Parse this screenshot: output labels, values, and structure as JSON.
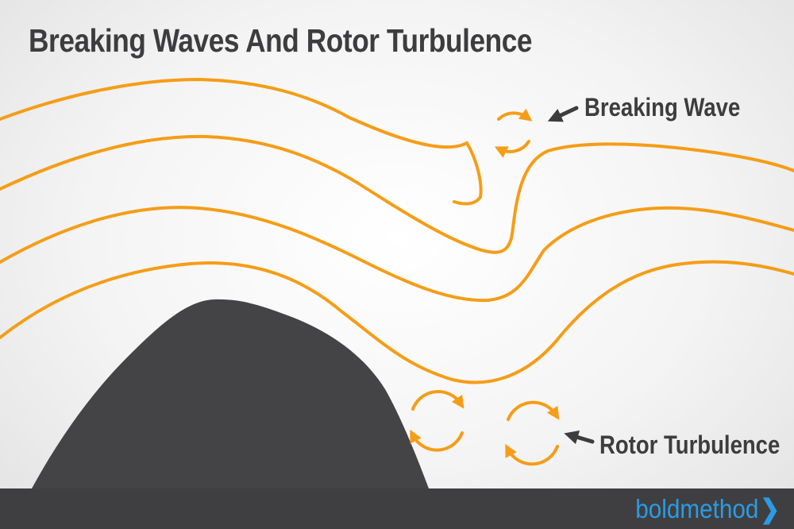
{
  "title": "Breaking Waves And Rotor Turbulence",
  "labels": {
    "breaking_wave": "Breaking Wave",
    "rotor_turbulence": "Rotor Turbulence"
  },
  "brand": {
    "name": "boldmethod",
    "chevron": "❯"
  },
  "colors": {
    "airflow": "#f59d17",
    "mountain": "#444447",
    "ground": "#3f3f42",
    "text": "#3d3d3f",
    "brand": "#2a9be4"
  },
  "icons": [
    "arrow-icon",
    "circular-arrows-icon",
    "mountain-icon"
  ]
}
